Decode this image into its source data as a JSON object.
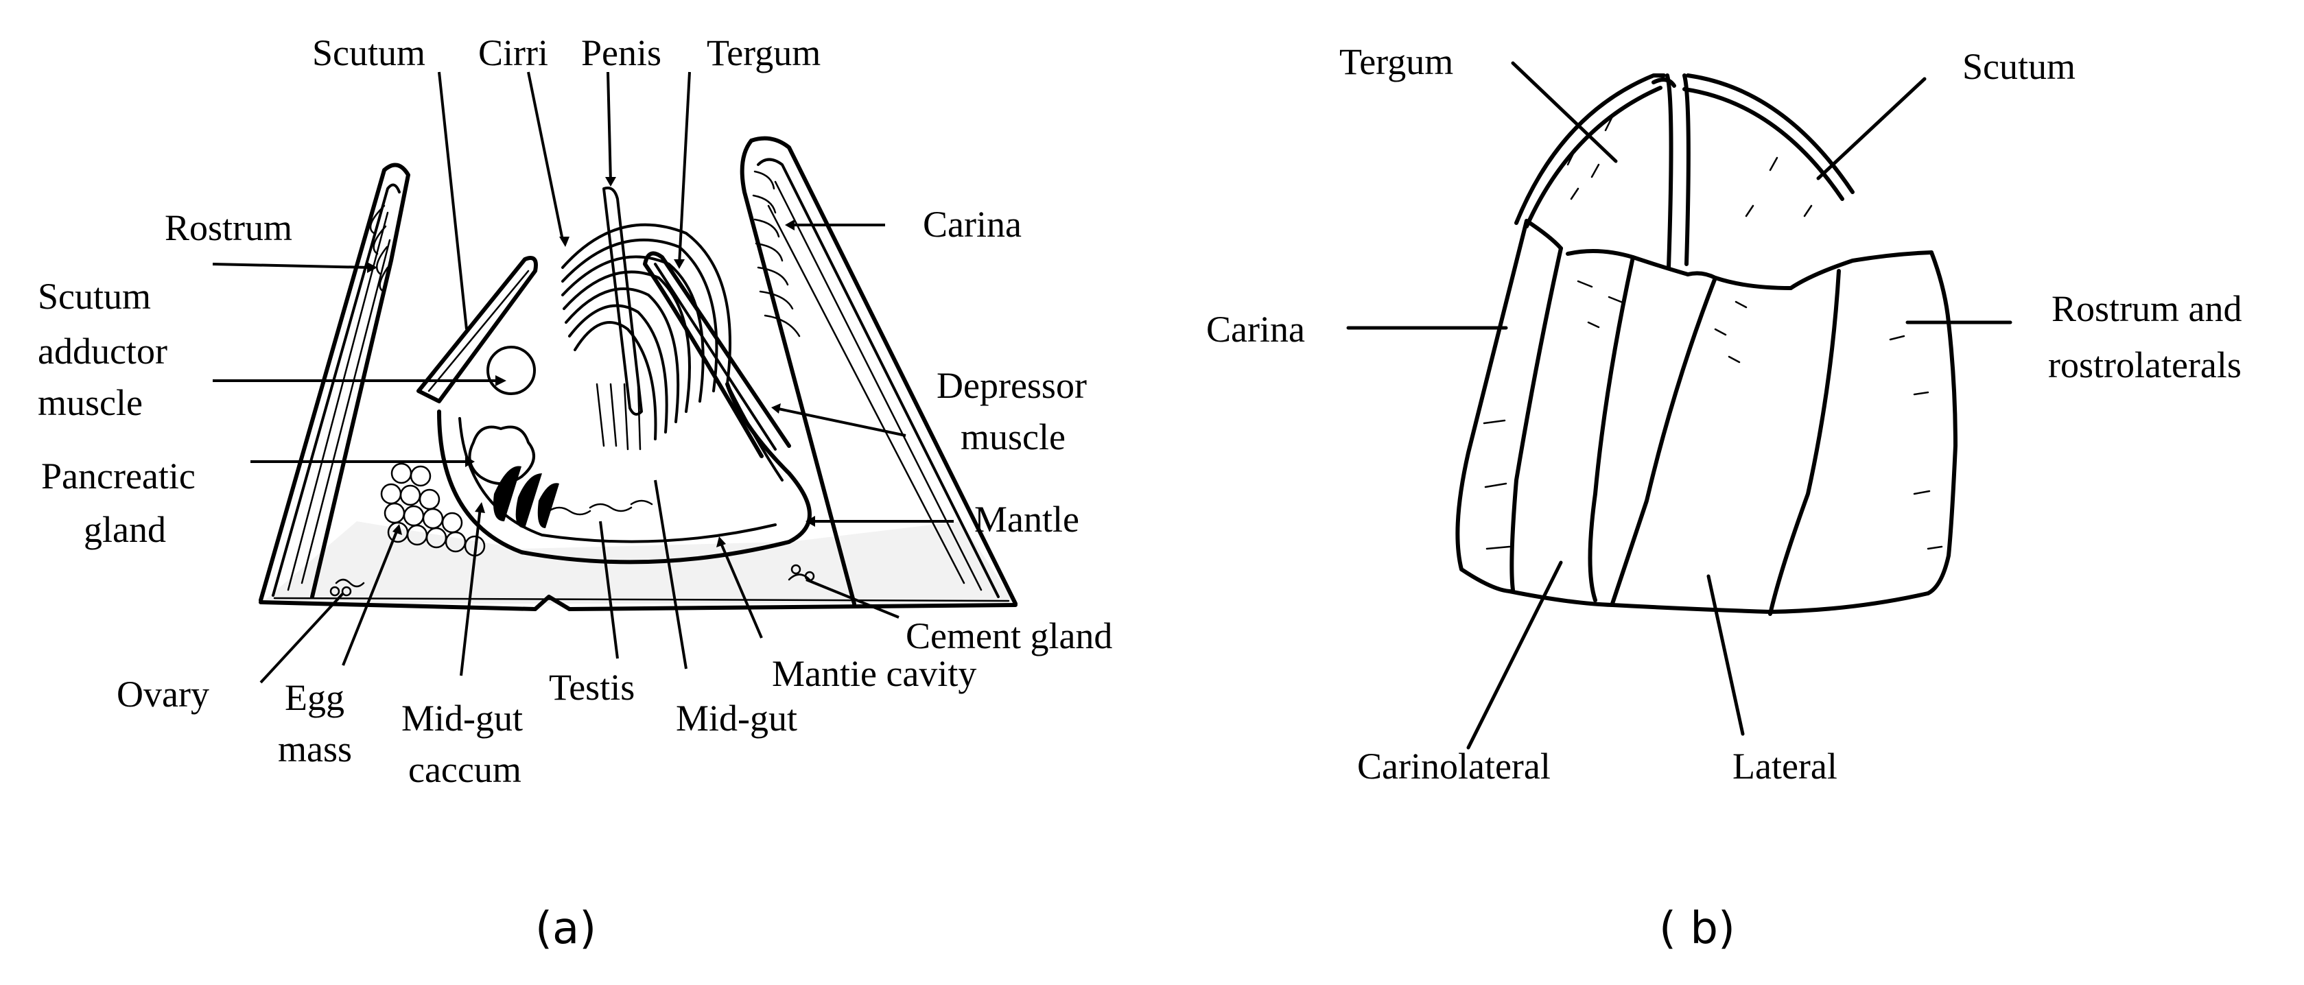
{
  "panel_a": {
    "caption": "(a)",
    "labels": {
      "scutum": "Scutum",
      "cirri": "Cirri",
      "penis": "Penis",
      "tergum": "Tergum",
      "rostrum": "Rostrum",
      "carina": "Carina",
      "scutum_adductor_1": "Scutum",
      "scutum_adductor_2": "adductor",
      "scutum_adductor_3": "muscle",
      "depressor_1": "Depressor",
      "depressor_2": "muscle",
      "pancreatic_1": "Pancreatic",
      "pancreatic_2": "gland",
      "mantle": "Mantle",
      "cement_gland": "Cement gland",
      "mantle_cavity": "Mantie cavity",
      "ovary": "Ovary",
      "egg_1": "Egg",
      "egg_2": "mass",
      "midgut_caecum_1": "Mid-gut",
      "midgut_caecum_2": "caccum",
      "testis": "Testis",
      "midgut": "Mid-gut"
    }
  },
  "panel_b": {
    "caption": "( b)",
    "labels": {
      "tergum": "Tergum",
      "scutum": "Scutum",
      "carina": "Carina",
      "rostrum_1": "Rostrum and",
      "rostrum_2": "rostrolaterals",
      "carinolateral": "Carinolateral",
      "lateral": "Lateral"
    }
  }
}
